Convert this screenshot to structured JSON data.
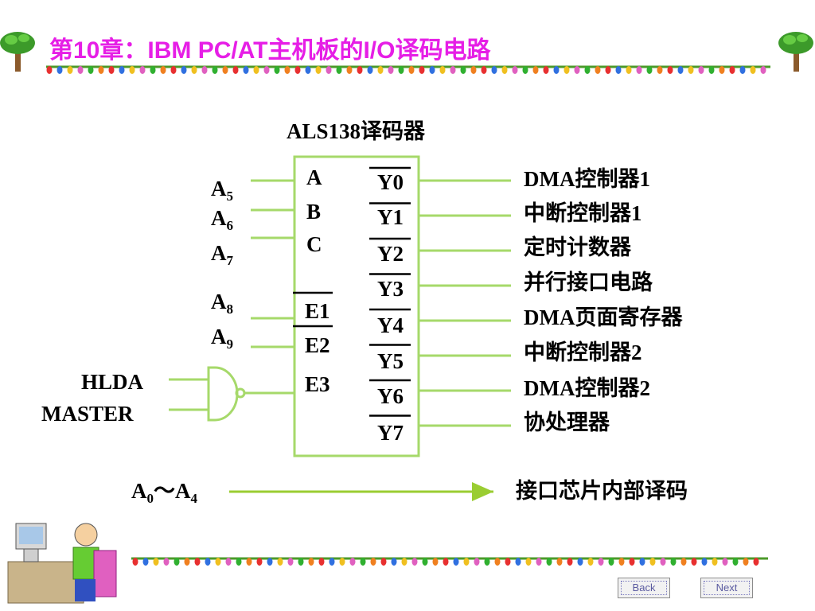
{
  "title": "第10章：IBM PC/AT主机板的I/O译码电路",
  "chip": {
    "name": "ALS138译码器",
    "select_pins": [
      "A",
      "B",
      "C"
    ],
    "enable_pins": [
      "E1",
      "E2",
      "E3"
    ],
    "outputs": [
      "Y0",
      "Y1",
      "Y2",
      "Y3",
      "Y4",
      "Y5",
      "Y6",
      "Y7"
    ]
  },
  "address_inputs": [
    {
      "base": "A",
      "sub": "5"
    },
    {
      "base": "A",
      "sub": "6"
    },
    {
      "base": "A",
      "sub": "7"
    },
    {
      "base": "A",
      "sub": "8"
    },
    {
      "base": "A",
      "sub": "9"
    }
  ],
  "gate_inputs": [
    "HLDA",
    "MASTER"
  ],
  "output_devices": [
    "DMA控制器1",
    "中断控制器1",
    "定时计数器",
    "并行接口电路",
    "DMA页面寄存器",
    "中断控制器2",
    "DMA控制器2",
    "协处理器"
  ],
  "low_address": {
    "a0": "A",
    "s0": "0",
    "tilde": "～",
    "a4": "A",
    "s4": "4",
    "dest": "接口芯片内部译码"
  },
  "nav": {
    "back": "Back",
    "next": "Next"
  },
  "colors": {
    "title": "#e61ee6",
    "wire": "#a6d96a",
    "arrow": "#9acd32",
    "box": "#a6d96a"
  }
}
